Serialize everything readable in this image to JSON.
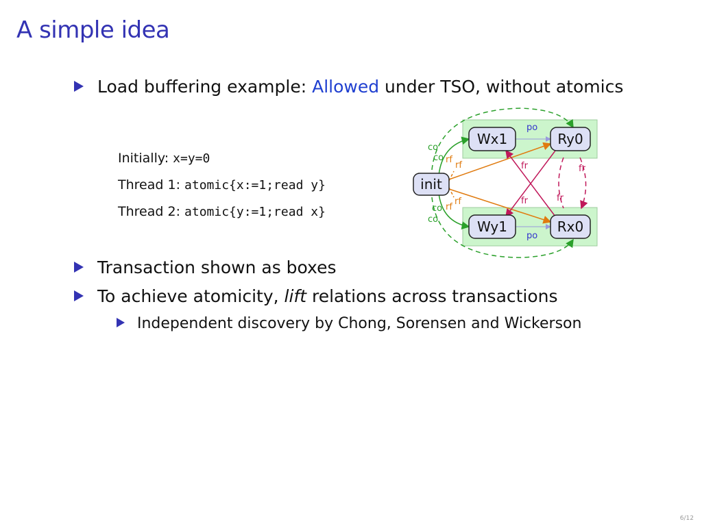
{
  "slide": {
    "title": "A simple idea",
    "page_number": "6/12"
  },
  "bullets": [
    {
      "pre": "Load buffering example: ",
      "highlight": "Allowed",
      "post": " under TSO, without atomics"
    },
    {
      "text": "Transaction shown as boxes"
    },
    {
      "pre": "To achieve atomicity, ",
      "emph": "lift",
      "post": " relations across transactions"
    }
  ],
  "sub_bullet": "Independent discovery by Chong, Sorensen and Wickerson",
  "code": {
    "line1_label": "Initially: ",
    "line1_code": "x=y=0",
    "line2_label": "Thread 1: ",
    "line2_code": "atomic{x:=1;read y}",
    "line3_label": "Thread 2: ",
    "line3_code": "atomic{y:=1;read x}"
  },
  "diagram": {
    "nodes": {
      "init": "init",
      "wx1": "Wx1",
      "ry0": "Ry0",
      "wy1": "Wy1",
      "rx0": "Rx0"
    },
    "labels": {
      "po": "po",
      "co": "co",
      "rf": "rf",
      "fr": "fr"
    },
    "colors": {
      "po": "#3333cc",
      "co": "#2aa02a",
      "rf": "#e07b10",
      "fr": "#c0185a",
      "box_fill": "#ccf5cc",
      "node_fill": "#dde0f5"
    }
  }
}
